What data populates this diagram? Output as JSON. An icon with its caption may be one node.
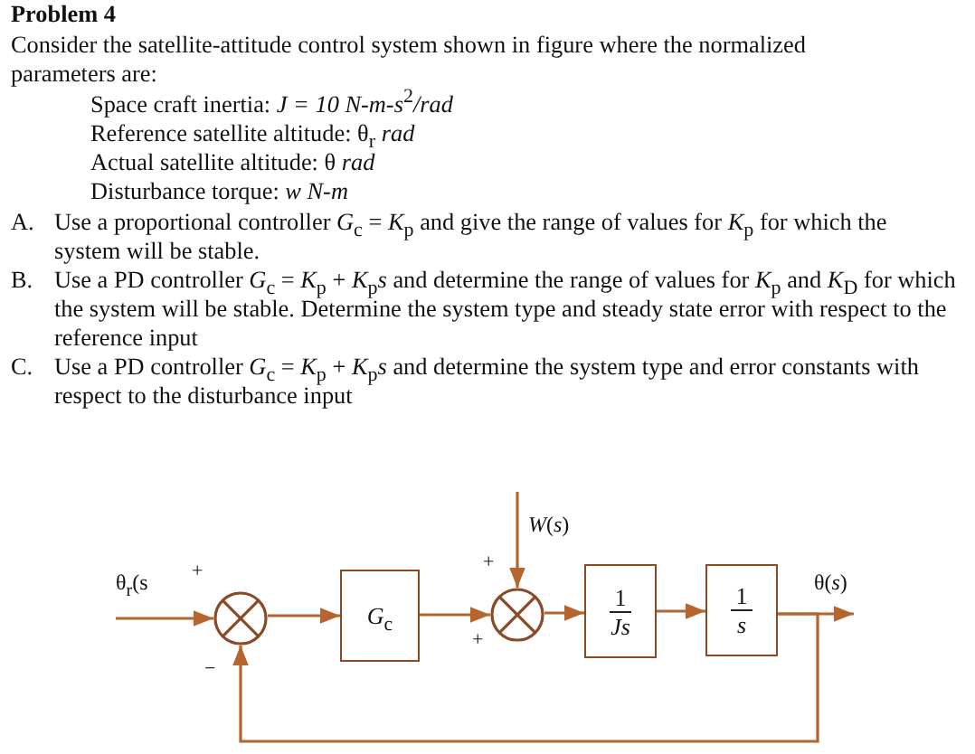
{
  "diagram": {
    "title": "Problem 4",
    "nodes": [
      {
        "text": [
          "θ$_{r}$(s"
        ]
      },
      {
        "text": [],
        "shape": "circle"
      },
      {
        "text": [
          "*G*$_{c}$"
        ]
      },
      {
        "text": [
          "*W*(*s*)"
        ]
      },
      {
        "text": [],
        "shape": "circle"
      },
      {
        "text": [
          "1",
          "*Js*"
        ]
      },
      {
        "text": [
          "1",
          "*s*"
        ]
      },
      {
        "text": [
          "θ(*s*)"
        ]
      }
    ],
    "edges": [
      {
        "from": 0,
        "to": 1,
        "arrow": "to"
      },
      {
        "from": 1,
        "to": 2,
        "arrow": "to"
      },
      {
        "from": 2,
        "to": 4,
        "arrow": "to"
      },
      {
        "from": 3,
        "to": 4,
        "arrow": "to"
      },
      {
        "from": 4,
        "to": 5,
        "arrow": "to"
      },
      {
        "from": 5,
        "to": 6,
        "arrow": "to"
      },
      {
        "from": 6,
        "to": 7,
        "arrow": "to"
      },
      {
        "from": 6,
        "to": 1,
        "arrow": "to"
      }
    ],
    "labels": [
      "Consider the satellite-attitude control system shown in figure where the normalized parameters are:",
      "Space craft inertia: *J = 10 N-m-s*$^{2}$*/rad*",
      "Reference satellite altitude: θ$_{r}$ *rad*",
      "Actual satellite altitude: θ *rad*",
      "Disturbance torque: *w N-m*",
      "A.",
      "Use a proportional controller *G*$_{c}$ = *K*$_{p}$ and give the range of values for *K*$_{p}$ for which the system will be stable.",
      "B.",
      "Use a PD controller *G*$_{c}$ = *K*$_{p}$ + *K*$_{p}$*s* and determine the range of values for *K*$_{p}$ and *K*$_{D}$ for which the system will be stable. Determine the system type and steady state error with respect to the reference input",
      "C.",
      "Use a PD controller *G*$_{c}$ = *K*$_{p}$ + *K*$_{p}$*s* and determine the system type and error constants with respect to the disturbance input",
      "+",
      "−",
      "+",
      "+"
    ]
  }
}
